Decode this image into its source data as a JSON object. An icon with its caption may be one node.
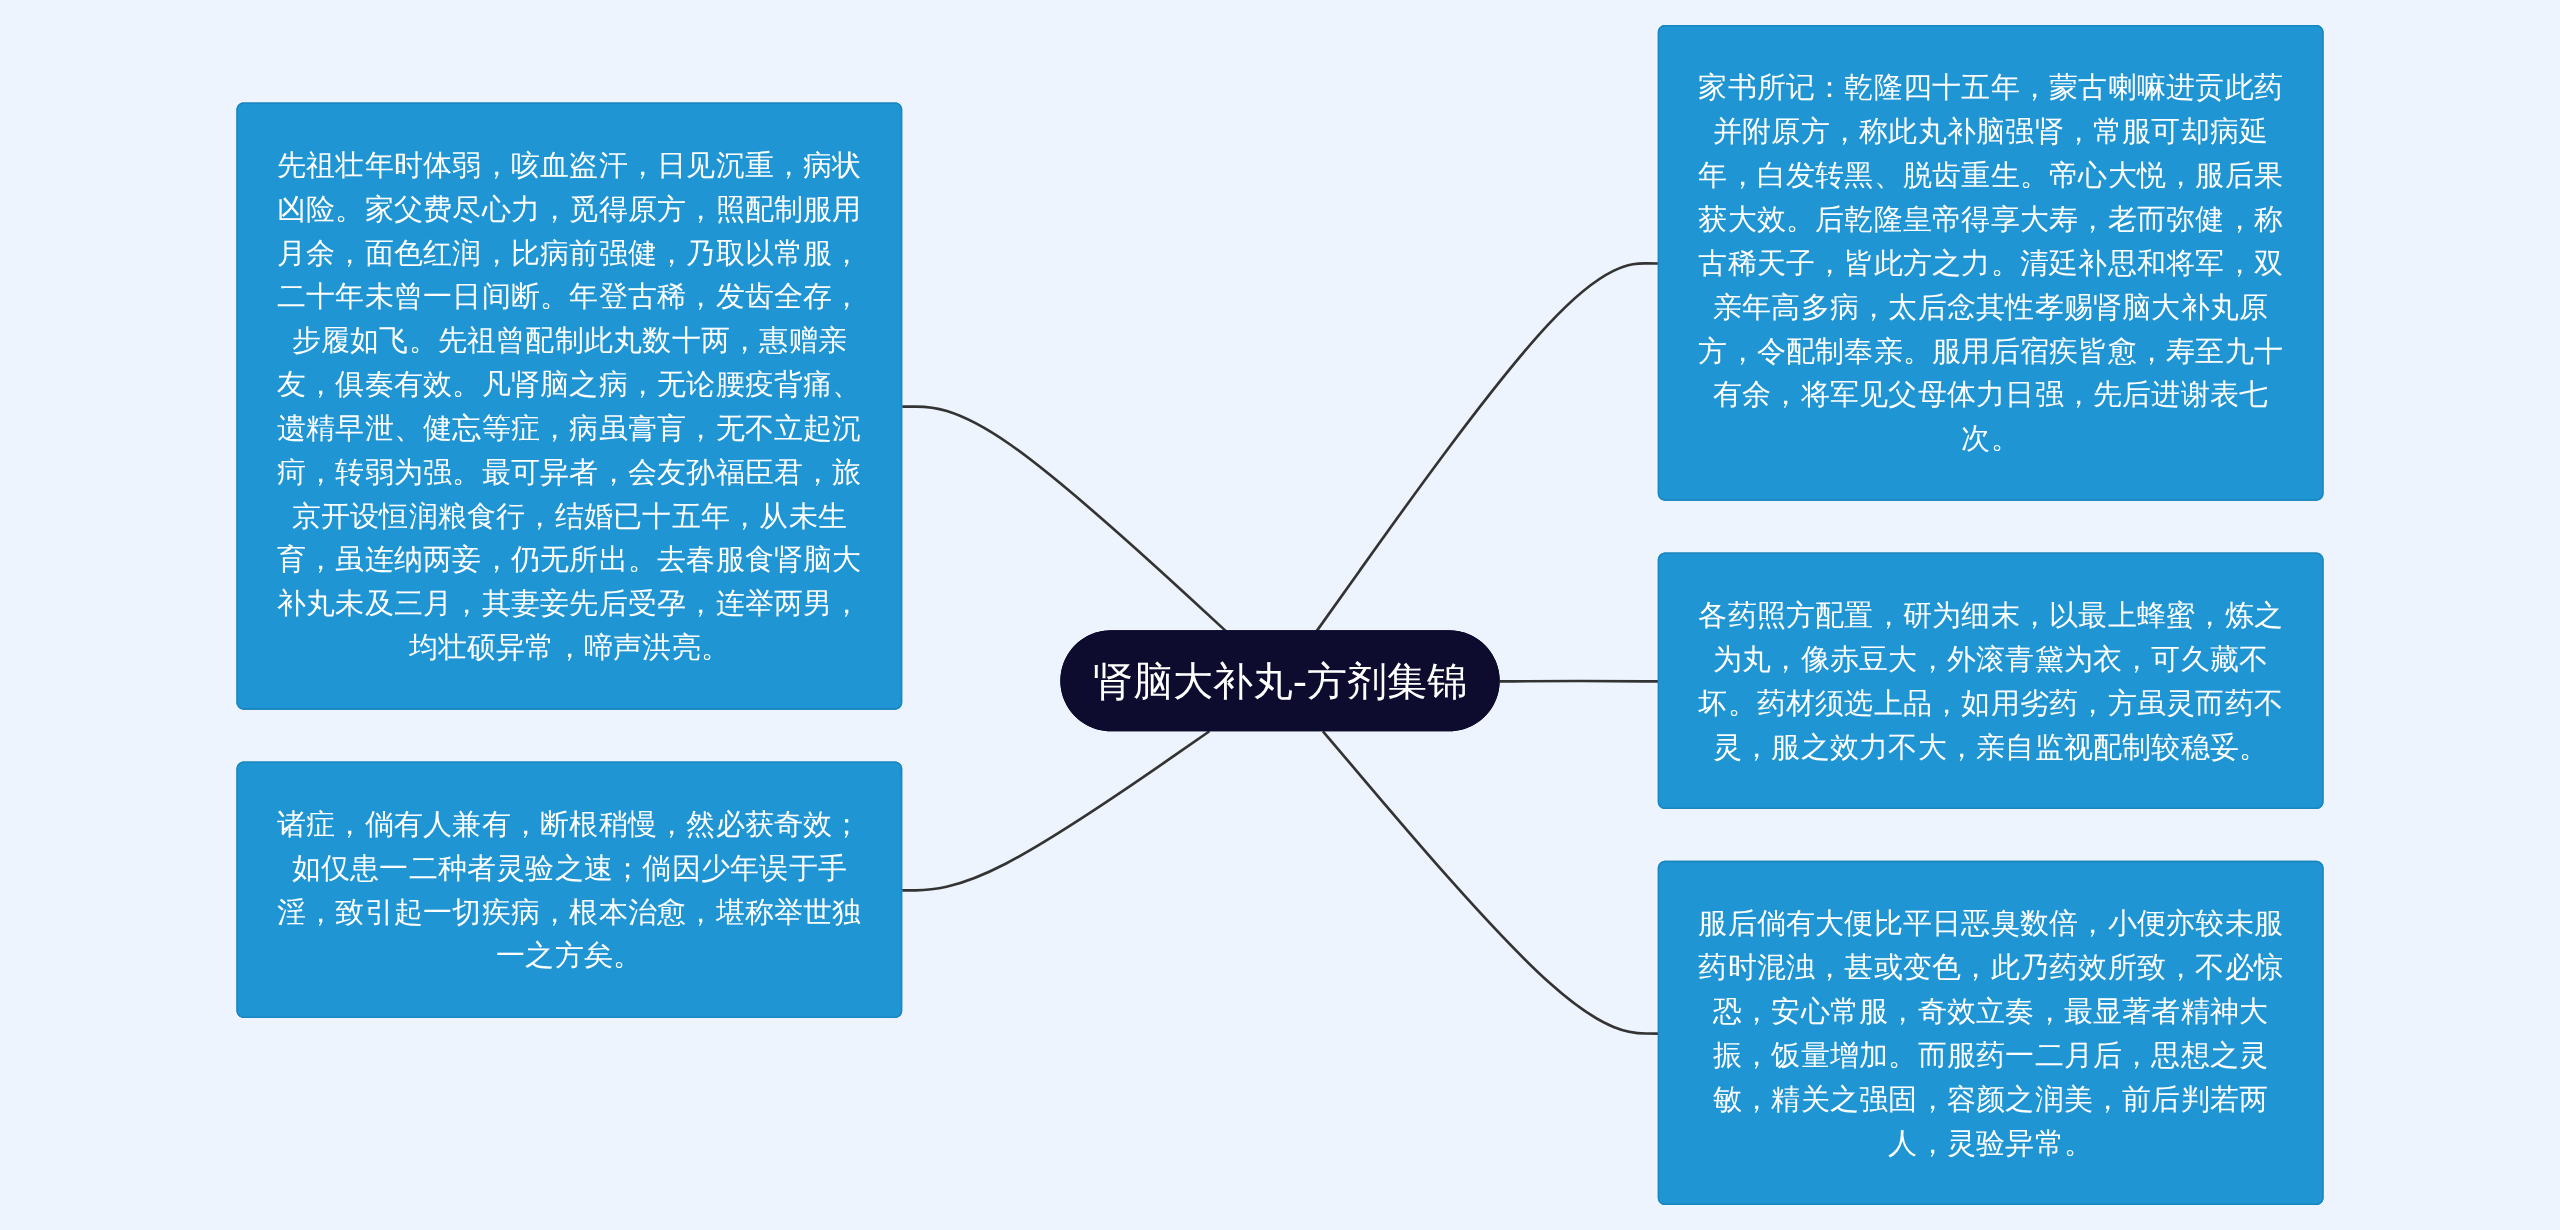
{
  "diagram": {
    "nodes": [
      {
        "text": [
          "肾脑大补丸-方剂集锦"
        ]
      },
      {
        "text": [
          "先祖壮年时体弱，咳血盗汗，日见沉重，病状凶险。家父费尽心力，觅得原方，照配制服用月余，面色红润，比病前强健，乃取以常服，二十年未曾一日间断。年登古稀，发齿全存，步履如飞。先祖曾配制此丸数十两，惠赠亲友，俱奏有效。凡肾脑之病，无论腰疫背痛、遗精早泄、健忘等症，病虽膏肓，无不立起沉疴，转弱为强。最可异者，会友孙福臣君，旅京开设恒润粮食行，结婚已十五年，从未生育，虽连纳两妾，仍无所出。去春服食肾脑大补丸未及三月，其妻妾先后受孕，连举两男，均壮硕异常，啼声洪亮。"
        ]
      },
      {
        "text": [
          "诸症，倘有人兼有，断根稍慢，然必获奇效；如仅患一二种者灵验之速；倘因少年误于手淫，致引起一切疾病，根本治愈，堪称举世独一之方矣。"
        ]
      },
      {
        "text": [
          "家书所记：乾隆四十五年，蒙古喇嘛进贡此药并附原方，称此丸补脑强肾，常服可却病延年，白发转黑、脱齿重生。帝心大悦，服后果获大效。后乾隆皇帝得享大寿，老而弥健，称古稀天子，皆此方之力。清廷补思和将军，双亲年高多病，太后念其性孝赐肾脑大补丸原方，令配制奉亲。服用后宿疾皆愈，寿至九十有余，将军见父母体力日强，先后进谢表七次。"
        ]
      },
      {
        "text": [
          "各药照方配置，研为细末，以最上蜂蜜，炼之为丸，像赤豆大，外滚青黛为衣，可久藏不坏。药材须选上品，如用劣药，方虽灵而药不灵，服之效力不大，亲自监视配制较稳妥。"
        ]
      },
      {
        "text": [
          "服后倘有大便比平日恶臭数倍，小便亦较未服药时混浊，甚或变色，此乃药效所致，不必惊恐，安心常服，奇效立奏，最显著者精神大振，饭量增加。而服药一二月后，思想之灵敏，精关之强固，容颜之润美，前后判若两人，灵验异常。"
        ]
      }
    ],
    "edges": [
      {
        "from": 1,
        "to": 0,
        "arrow": "none"
      },
      {
        "from": 2,
        "to": 0,
        "arrow": "none"
      },
      {
        "from": 0,
        "to": 3,
        "arrow": "none"
      },
      {
        "from": 0,
        "to": 4,
        "arrow": "none"
      },
      {
        "from": 0,
        "to": 5,
        "arrow": "none"
      }
    ]
  }
}
